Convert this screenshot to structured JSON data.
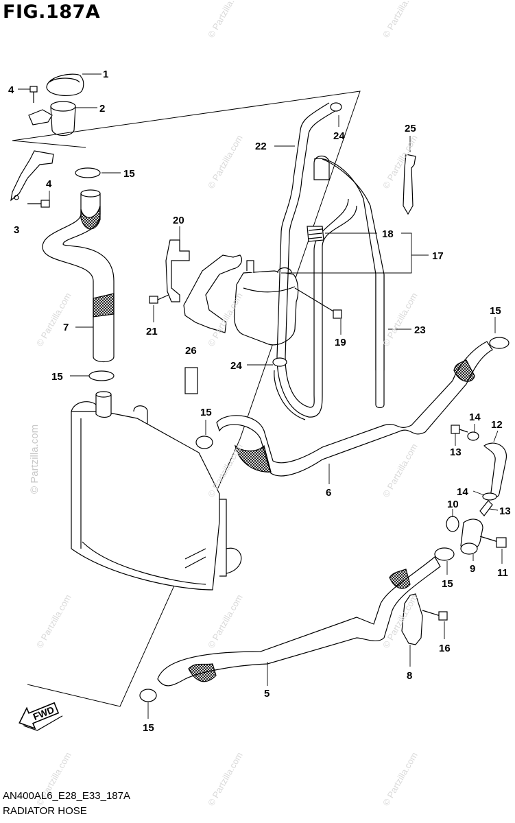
{
  "figure": {
    "title": "FIG.187A",
    "code": "AN400AL6_E28_E33_187A",
    "caption": "RADIATOR HOSE",
    "direction_label": "FWD"
  },
  "watermark": "© Partzilla.com",
  "callouts": [
    {
      "id": "c1",
      "text": "1"
    },
    {
      "id": "c2",
      "text": "2"
    },
    {
      "id": "c3",
      "text": "3"
    },
    {
      "id": "c4a",
      "text": "4"
    },
    {
      "id": "c4b",
      "text": "4"
    },
    {
      "id": "c5",
      "text": "5"
    },
    {
      "id": "c6",
      "text": "6"
    },
    {
      "id": "c7",
      "text": "7"
    },
    {
      "id": "c8",
      "text": "8"
    },
    {
      "id": "c9",
      "text": "9"
    },
    {
      "id": "c10",
      "text": "10"
    },
    {
      "id": "c11",
      "text": "11"
    },
    {
      "id": "c12",
      "text": "12"
    },
    {
      "id": "c13a",
      "text": "13"
    },
    {
      "id": "c13b",
      "text": "13"
    },
    {
      "id": "c14a",
      "text": "14"
    },
    {
      "id": "c14b",
      "text": "14"
    },
    {
      "id": "c15a",
      "text": "15"
    },
    {
      "id": "c15b",
      "text": "15"
    },
    {
      "id": "c15c",
      "text": "15"
    },
    {
      "id": "c15d",
      "text": "15"
    },
    {
      "id": "c15e",
      "text": "15"
    },
    {
      "id": "c15f",
      "text": "15"
    },
    {
      "id": "c16",
      "text": "16"
    },
    {
      "id": "c17",
      "text": "17"
    },
    {
      "id": "c18",
      "text": "18"
    },
    {
      "id": "c19",
      "text": "19"
    },
    {
      "id": "c20",
      "text": "20"
    },
    {
      "id": "c21",
      "text": "21"
    },
    {
      "id": "c22",
      "text": "22"
    },
    {
      "id": "c23",
      "text": "23"
    },
    {
      "id": "c24a",
      "text": "24"
    },
    {
      "id": "c24b",
      "text": "24"
    },
    {
      "id": "c25",
      "text": "25"
    },
    {
      "id": "c26",
      "text": "26"
    }
  ]
}
